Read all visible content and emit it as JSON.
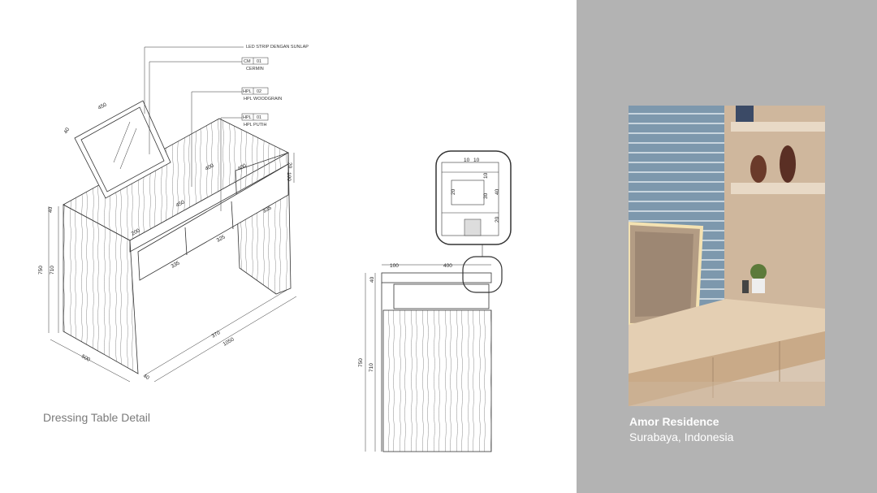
{
  "caption": "Dressing Table Detail",
  "project": {
    "name": "Amor Residence",
    "location": "Surabaya, Indonesia"
  },
  "annotations": {
    "led": "LED STRIP DENGAN SUNLAP",
    "cm_code": "CM",
    "cm_num": "01",
    "cm_desc": "CERMIN",
    "hpl1_code": "HPL",
    "hpl1_num": "02",
    "hpl1_desc": "HPL WOODGRAIN",
    "hpl2_code": "HPL",
    "hpl2_num": "01",
    "hpl2_desc": "HPL PUTIH"
  },
  "dimensions": {
    "iso": [
      "450",
      "40",
      "400",
      "400",
      "450",
      "20",
      "100",
      "200",
      "335",
      "335",
      "325",
      "750",
      "710",
      "40",
      "370",
      "1050",
      "500",
      "40"
    ],
    "section": [
      "100",
      "400",
      "40",
      "750",
      "710"
    ],
    "detail": [
      "10",
      "10",
      "10",
      "20",
      "30",
      "40",
      "20"
    ]
  },
  "colors": {
    "right_panel": "#b3b3b3",
    "caption": "#7a7a7a"
  }
}
